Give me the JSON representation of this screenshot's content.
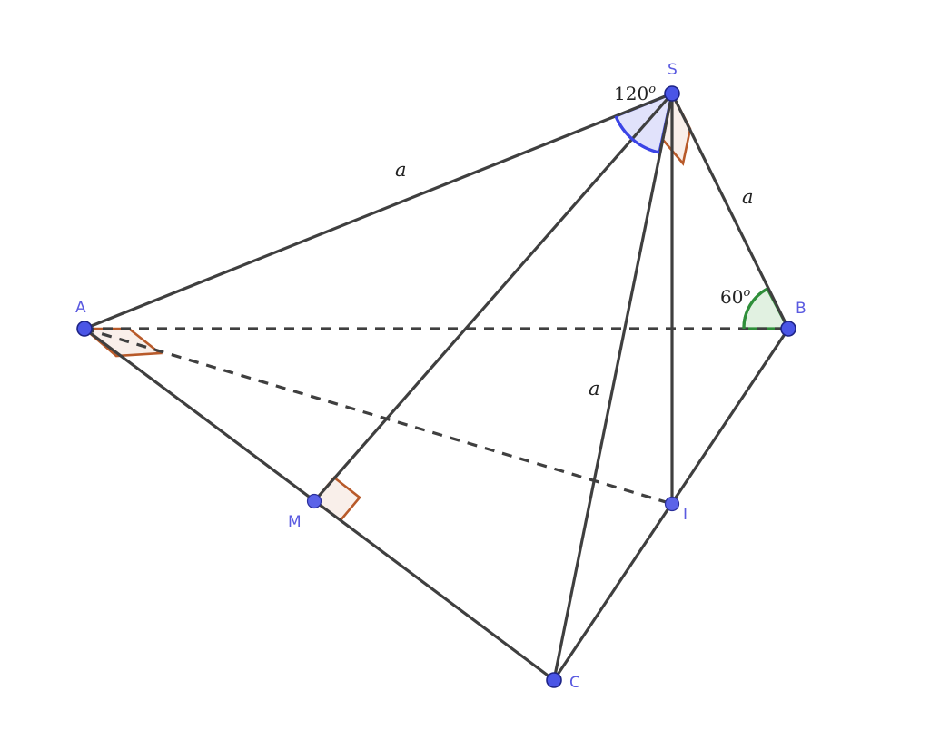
{
  "figure": {
    "points": {
      "S": "S",
      "A": "A",
      "B": "B",
      "C": "C",
      "M": "M",
      "I": "I"
    },
    "lengths": {
      "SA": "a",
      "SB": "a",
      "SC": "a"
    },
    "angles": {
      "ASC": {
        "value": "120",
        "unit": "o"
      },
      "SBA": {
        "value": "60",
        "unit": "o"
      }
    },
    "colors": {
      "edge": "#3f3f3f",
      "point": "#4a55e6",
      "point_label": "#5a5ae0",
      "right_angle": "#b85a2a",
      "angle_120": "#3b44e6",
      "angle_60": "#2f8f3a"
    }
  }
}
